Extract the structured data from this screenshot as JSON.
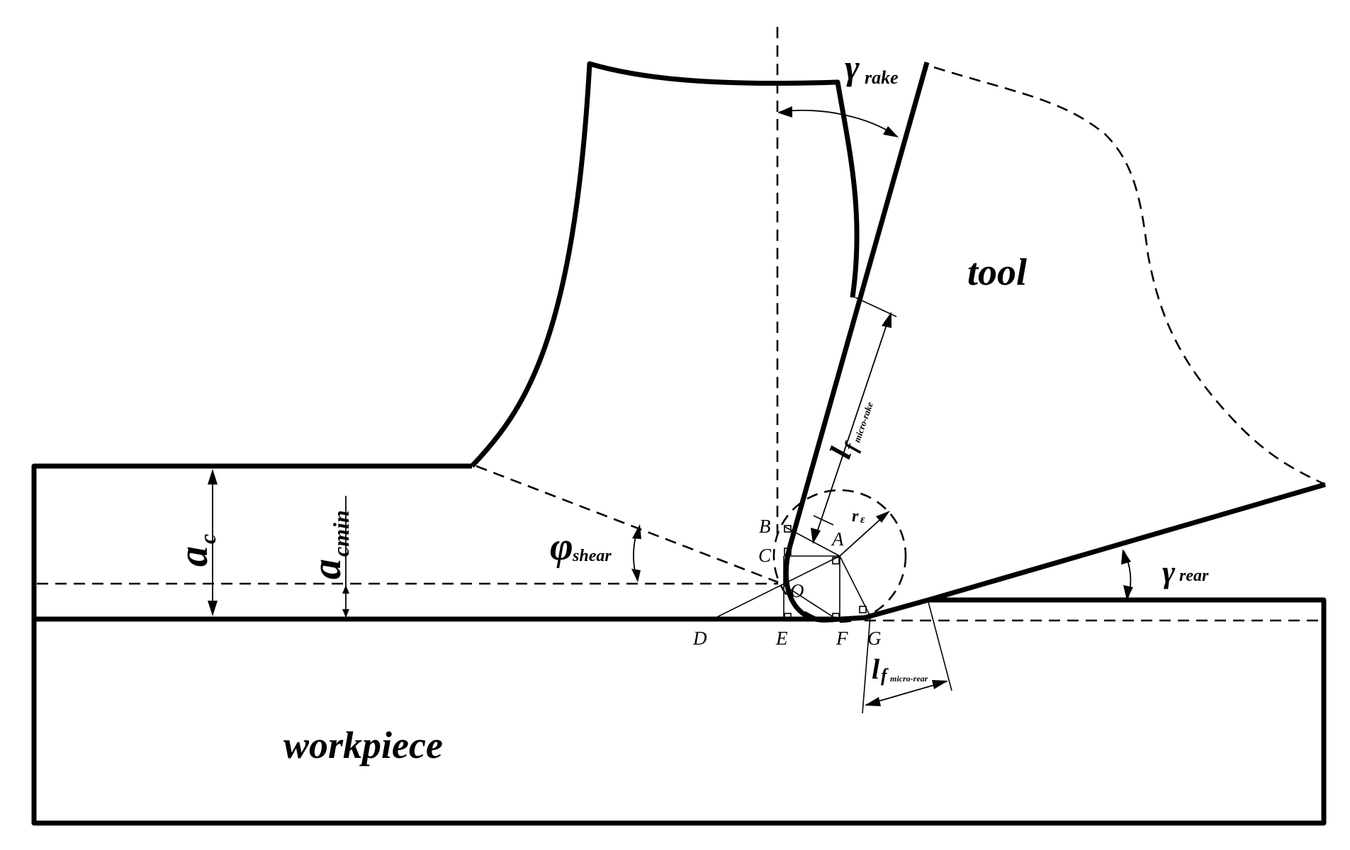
{
  "labels": {
    "tool": "tool",
    "workpiece": "workpiece",
    "ac": {
      "main": "a",
      "sub": "c"
    },
    "acmin": {
      "main": "a",
      "sub": "cmin"
    },
    "phi_shear": {
      "main": "φ",
      "sub": "shear"
    },
    "gamma_rake": {
      "main": "γ",
      "sub": "rake"
    },
    "gamma_rear": {
      "main": "γ",
      "sub": "rear"
    },
    "lf_rake": {
      "main": "l",
      "sub1": "f",
      "sub2": "micro-rake"
    },
    "lf_rear": {
      "main": "l",
      "sub1": "f",
      "sub2": "micro-rear"
    },
    "r_eps": {
      "main": "r",
      "sub": "ε"
    }
  },
  "points": {
    "A": "A",
    "B": "B",
    "C": "C",
    "O": "O",
    "D": "D",
    "E": "E",
    "F": "F",
    "G": "G"
  }
}
